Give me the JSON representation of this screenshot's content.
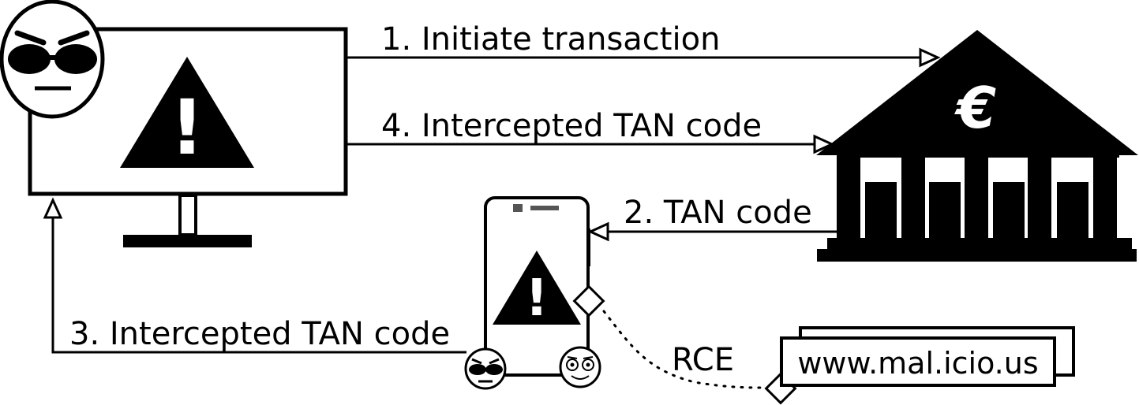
{
  "labels": {
    "step1": "1. Initiate transaction",
    "step2": "2. TAN code",
    "step3": "3. Intercepted TAN code",
    "step4": "4. Intercepted TAN code",
    "rce": "RCE",
    "url": "www.mal.icio.us"
  },
  "symbols": {
    "warning": "!",
    "currency": "€"
  },
  "icons": [
    "computer-monitor-icon",
    "attacker-face-icon",
    "warning-icon",
    "bank-icon",
    "euro-icon",
    "smartphone-icon",
    "user-face-icon",
    "malicious-website-icon"
  ],
  "colors": {
    "foreground": "#000000",
    "background": "#ffffff"
  }
}
